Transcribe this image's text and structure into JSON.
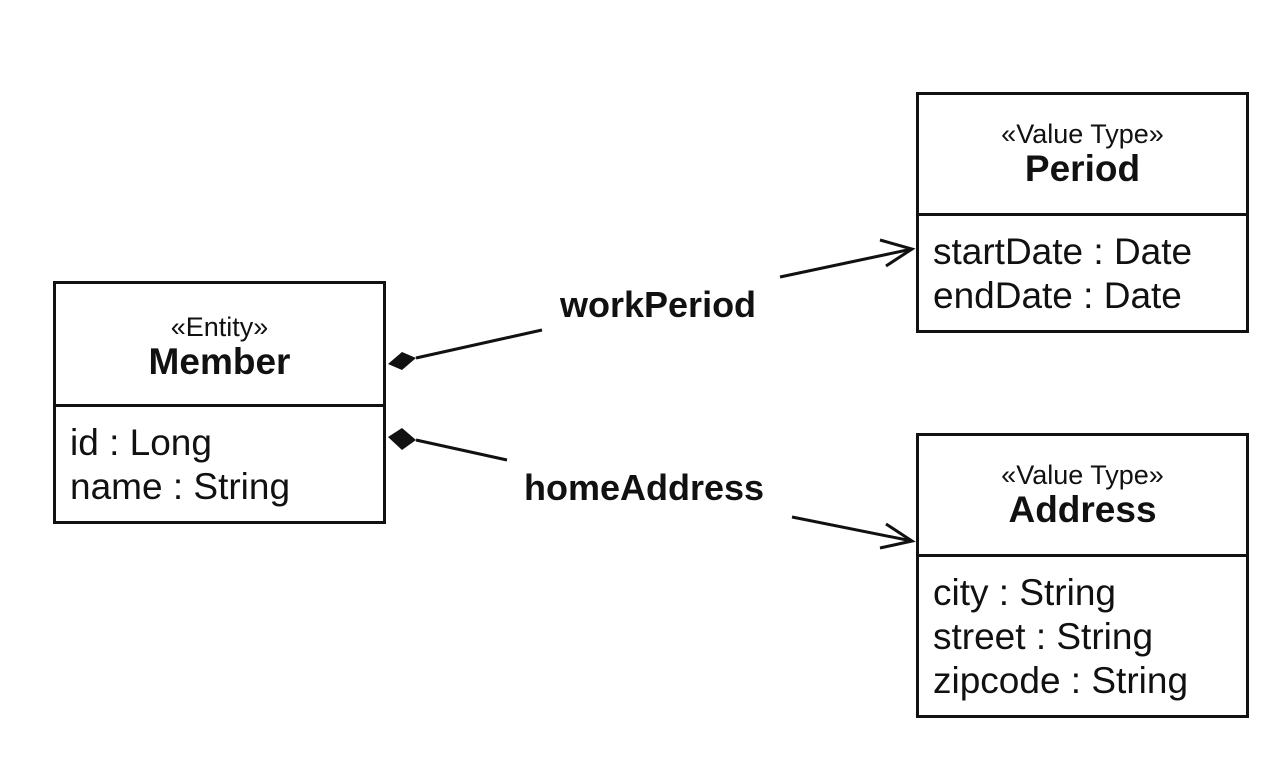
{
  "classes": {
    "member": {
      "stereotype": "«Entity»",
      "name": "Member",
      "attributes": [
        "id : Long",
        "name : String"
      ]
    },
    "period": {
      "stereotype": "«Value Type»",
      "name": "Period",
      "attributes": [
        "startDate : Date",
        "endDate : Date"
      ]
    },
    "address": {
      "stereotype": "«Value Type»",
      "name": "Address",
      "attributes": [
        "city : String",
        "street : String",
        "zipcode : String"
      ]
    }
  },
  "associations": {
    "work_period": {
      "label": "workPeriod",
      "kind": "composition"
    },
    "home_address": {
      "label": "homeAddress",
      "kind": "composition"
    }
  },
  "colors": {
    "line": "#111111",
    "background": "#ffffff"
  }
}
